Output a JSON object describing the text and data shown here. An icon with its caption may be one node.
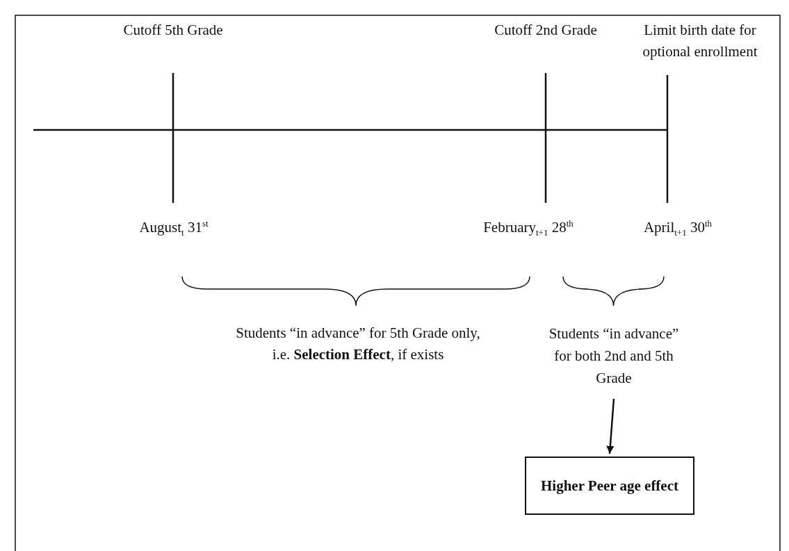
{
  "diagram": {
    "nodes": [
      {
        "text": [
          "Students “in advance” for both 2nd and 5th Grade"
        ]
      },
      {
        "text": [
          "Higher Peer age effect"
        ]
      }
    ],
    "edges": [
      {
        "from": 0,
        "to": 1,
        "arrow": "to"
      }
    ],
    "labels": [
      "Cutoff 5th Grade",
      "Cutoff 2nd Grade",
      "Limit birth date for optional enrollment",
      "August$_{t}$ 31$^{st}$",
      "February$_{t+1}$ 28$^{th}$",
      "April$_{t+1}$ 30$^{th}$",
      "Students “in advance” for 5th Grade only, i.e. **Selection Effect**, if exists"
    ]
  }
}
